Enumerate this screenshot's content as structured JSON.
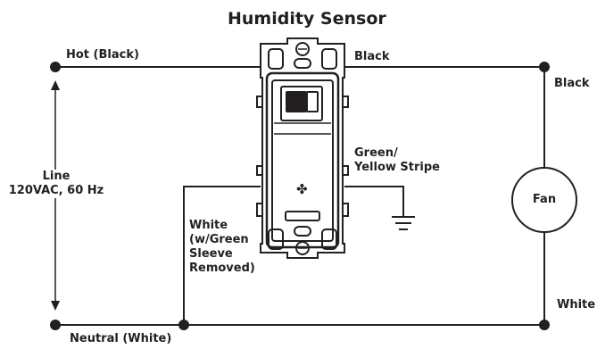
{
  "title": "Humidity Sensor",
  "labels": {
    "hot_black": "Hot (Black)",
    "black_top": "Black",
    "black_right": "Black",
    "line_1": "Line",
    "line_2": "120VAC, 60 Hz",
    "green_1": "Green/",
    "green_2": "Yellow Stripe",
    "white_1": "White",
    "white_2": "(w/Green",
    "white_3": "Sleeve",
    "white_4": "Removed)",
    "white_right": "White",
    "neutral": "Neutral (White)",
    "fan": "Fan"
  },
  "icons": {
    "device_fan_glyph": "✤"
  }
}
